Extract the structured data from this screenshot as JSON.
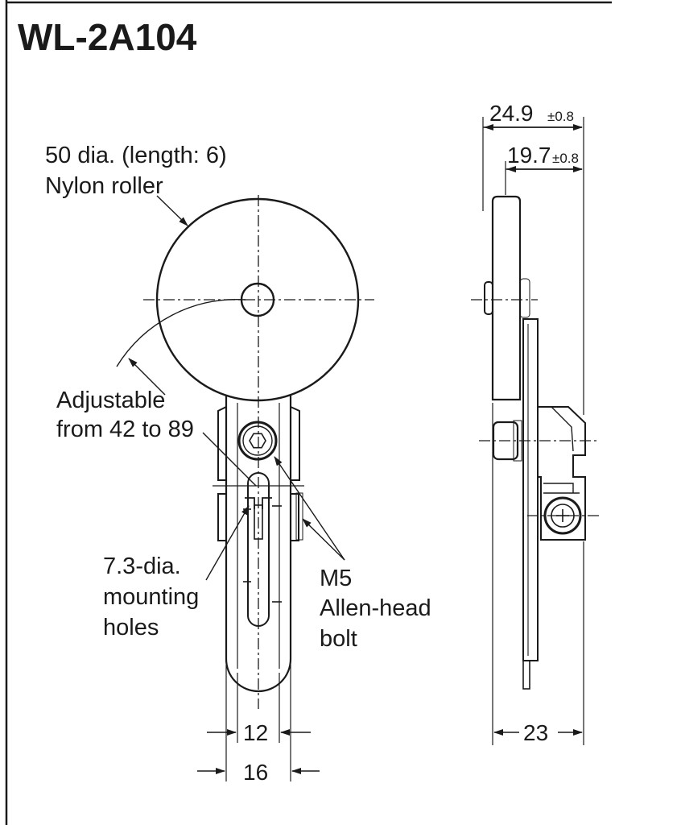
{
  "title": "WL-2A104",
  "labels": {
    "roller_line1": "50 dia. (length: 6)",
    "roller_line2": "Nylon roller",
    "adjust_line1": "Adjustable",
    "adjust_line2": "from 42 to 89",
    "holes_line1": "7.3-dia.",
    "holes_line2": "mounting",
    "holes_line3": "holes",
    "bolt_line1": "M5",
    "bolt_line2": "Allen-head",
    "bolt_line3": "bolt"
  },
  "dimensions": {
    "width_outer": "24.9",
    "width_outer_tol": "±0.8",
    "width_inner": "19.7",
    "width_inner_tol": "±0.8",
    "depth": "23",
    "slot_width": "12",
    "lever_width": "16"
  }
}
